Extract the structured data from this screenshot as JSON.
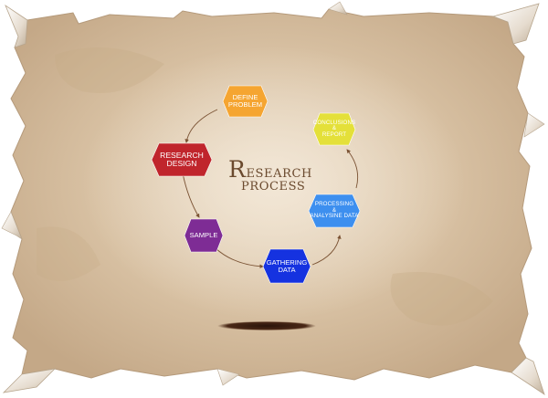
{
  "diagram": {
    "title_initial": "R",
    "title_line1_rest": "ESEARCH",
    "title_line2": "PROCESS",
    "steps": [
      {
        "lines": [
          "DEFINE",
          "PROBLEM"
        ],
        "color": "#f5a531"
      },
      {
        "lines": [
          "CONCLUSIONS",
          "&",
          "REPORT"
        ],
        "color": "#e4e039"
      },
      {
        "lines": [
          "PROCESSING",
          "&",
          "ANALYSINE DATA"
        ],
        "color": "#3d8fef"
      },
      {
        "lines": [
          "GATHERING",
          "DATA"
        ],
        "color": "#1532e0"
      },
      {
        "lines": [
          "SAMPLE"
        ],
        "color": "#7e2c95"
      },
      {
        "lines": [
          "RESEARCH",
          "DESIGN"
        ],
        "color": "#c0252c"
      }
    ]
  },
  "colors": {
    "parchment": "#d8c2a5",
    "parchment_edge": "#c9b08f",
    "title": "#6b4a2e",
    "arrow": "#7a5233",
    "shadow": "#3a1f10"
  }
}
